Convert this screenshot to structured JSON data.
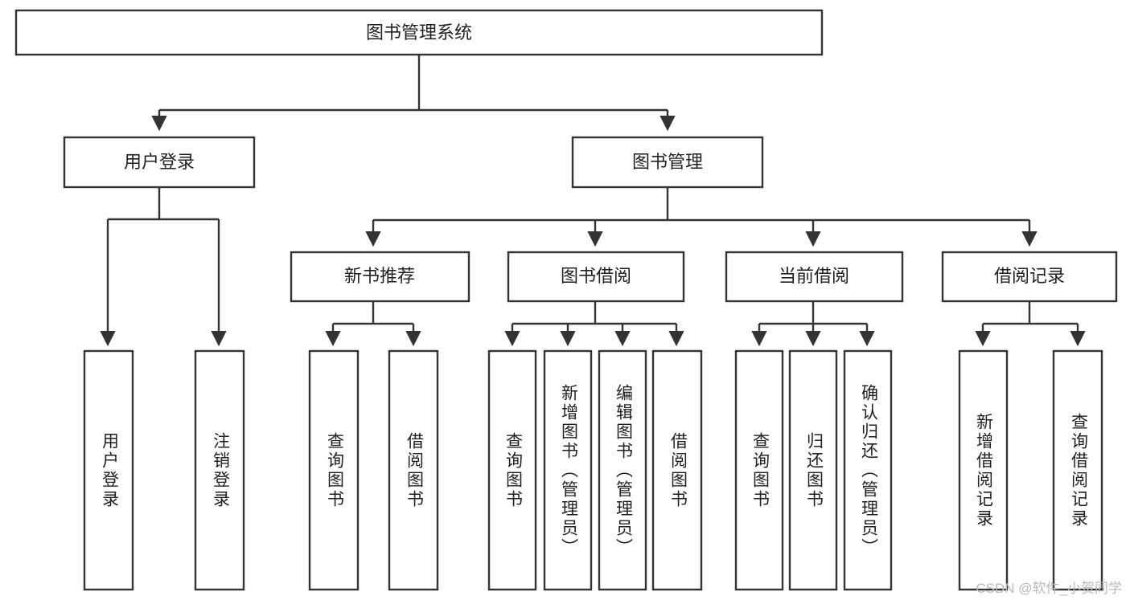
{
  "diagram": {
    "type": "tree-hierarchy",
    "title": "图书管理系统",
    "root": {
      "id": "root",
      "label": "图书管理系统"
    },
    "level2": [
      {
        "id": "user-login",
        "label": "用户登录"
      },
      {
        "id": "book-management",
        "label": "图书管理"
      }
    ],
    "level3": [
      {
        "id": "new-book-recommend",
        "label": "新书推荐",
        "parent": "book-management"
      },
      {
        "id": "book-borrow",
        "label": "图书借阅",
        "parent": "book-management"
      },
      {
        "id": "current-borrow",
        "label": "当前借阅",
        "parent": "book-management"
      },
      {
        "id": "borrow-record",
        "label": "借阅记录",
        "parent": "book-management"
      }
    ],
    "leaves": [
      {
        "id": "leaf-user-login",
        "label": "用户登录",
        "parent": "user-login"
      },
      {
        "id": "leaf-logout",
        "label": "注销登录",
        "parent": "user-login"
      },
      {
        "id": "leaf-query-book-1",
        "label": "查询图书",
        "parent": "new-book-recommend"
      },
      {
        "id": "leaf-borrow-book-1",
        "label": "借阅图书",
        "parent": "new-book-recommend"
      },
      {
        "id": "leaf-query-book-2",
        "label": "查询图书",
        "parent": "book-borrow"
      },
      {
        "id": "leaf-add-book",
        "label": "新增图书（管理员）",
        "parent": "book-borrow"
      },
      {
        "id": "leaf-edit-book",
        "label": "编辑图书（管理员）",
        "parent": "book-borrow"
      },
      {
        "id": "leaf-borrow-book-2",
        "label": "借阅图书",
        "parent": "book-borrow"
      },
      {
        "id": "leaf-query-book-3",
        "label": "查询图书",
        "parent": "current-borrow"
      },
      {
        "id": "leaf-return-book",
        "label": "归还图书",
        "parent": "current-borrow"
      },
      {
        "id": "leaf-confirm-return",
        "label": "确认归还（管理员）",
        "parent": "current-borrow"
      },
      {
        "id": "leaf-add-record",
        "label": "新增借阅记录",
        "parent": "borrow-record"
      },
      {
        "id": "leaf-query-record",
        "label": "查询借阅记录",
        "parent": "borrow-record"
      }
    ],
    "colors": {
      "stroke": "#333333",
      "fill": "#ffffff",
      "text": "#1f1f1f",
      "watermark": "#b9b9b9"
    }
  },
  "watermark": {
    "text": "CSDN @软件_小贺同学"
  }
}
